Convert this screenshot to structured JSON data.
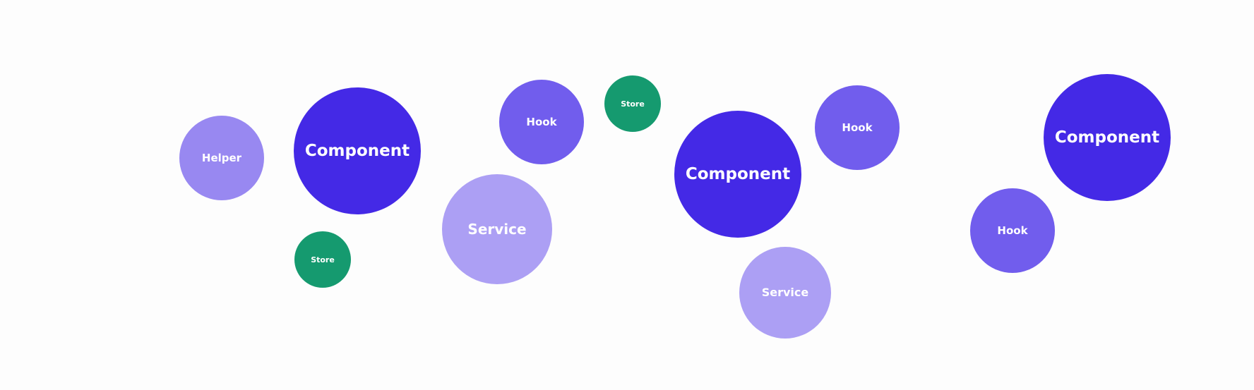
{
  "colors": {
    "background": "#fdfdfd",
    "text": "#ffffff",
    "Component": "#4429e6",
    "Hook": "#715ded",
    "Helper": "#9888f1",
    "Service": "#ac9ff4",
    "Store": "#159a6f"
  },
  "bubbles": [
    {
      "label": "Helper"
    },
    {
      "label": "Component"
    },
    {
      "label": "Store"
    },
    {
      "label": "Service"
    },
    {
      "label": "Hook"
    },
    {
      "label": "Store"
    },
    {
      "label": "Component"
    },
    {
      "label": "Service"
    },
    {
      "label": "Hook"
    },
    {
      "label": "Hook"
    },
    {
      "label": "Component"
    }
  ]
}
